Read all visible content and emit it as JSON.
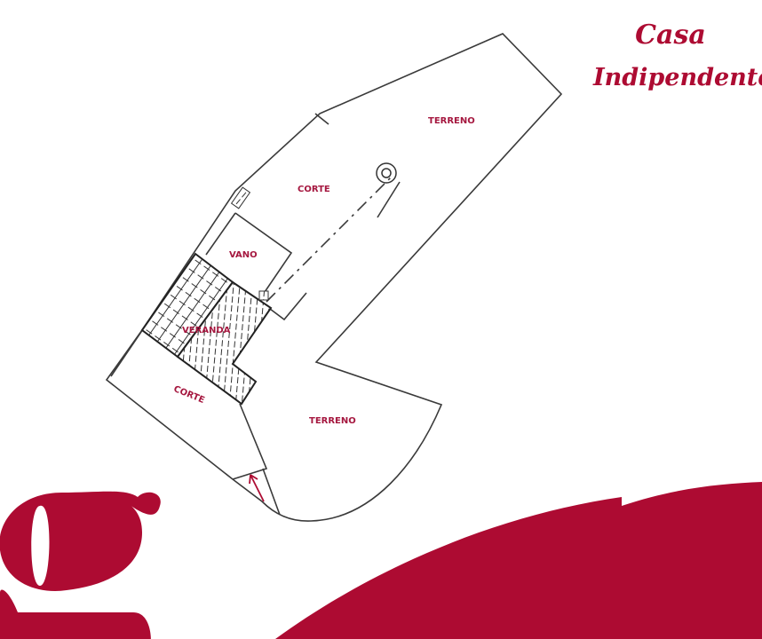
{
  "header": {
    "title_line1": "Casa",
    "title_line2": "Indipendente"
  },
  "plan": {
    "labels": {
      "terreno_top": "TERRENO",
      "corte_top": "CORTE",
      "vano": "VANO",
      "veranda": "VERANDA",
      "corte_bottom": "CORTE",
      "terreno_bottom": "TERRENO"
    }
  },
  "brand": {
    "logo_letter": "g",
    "color": "#ad0b32",
    "line_color": "#3a3a3a",
    "label_color": "#a5173f"
  }
}
